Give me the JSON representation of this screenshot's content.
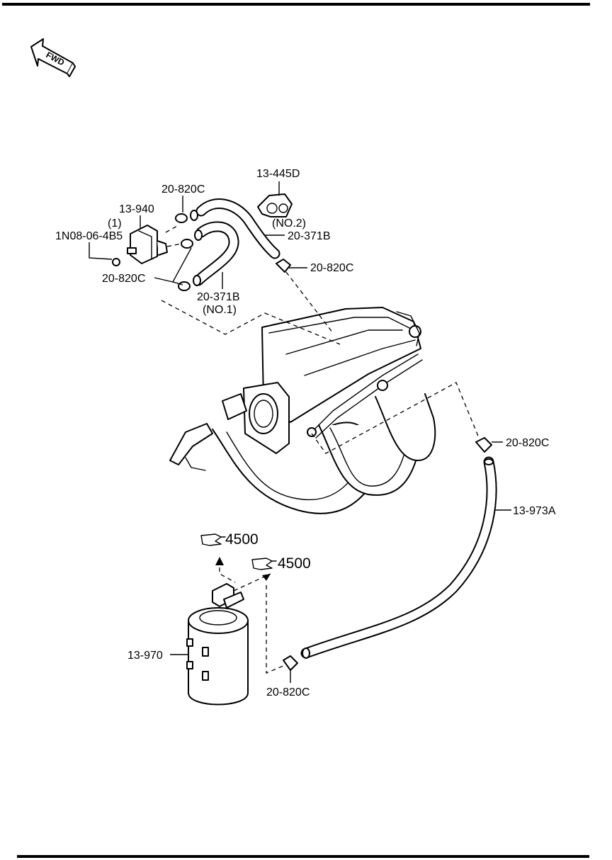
{
  "direction": {
    "text": "FWD",
    "icon": "fwd-arrow-icon"
  },
  "labels": {
    "clamp_top": "20-820C",
    "sensor": "13-940",
    "sensor_qty": "(1)",
    "bolt": "1N08-06-4B5",
    "clamp_left": "20-820C",
    "hose_no1": "20-371B",
    "hose_no1_note": "(NO.1)",
    "bracket": "13-445D",
    "hose_no2_note": "(NO.2)",
    "hose_no2": "20-371B",
    "clamp_mid": "20-820C",
    "clamp_right": "20-820C",
    "hose_long": "13-973A",
    "ref_a": "4500",
    "ref_b": "4500",
    "canister": "13-970",
    "clamp_bottom": "20-820C"
  },
  "icons": {
    "reference": "pointing-hand-icon"
  }
}
